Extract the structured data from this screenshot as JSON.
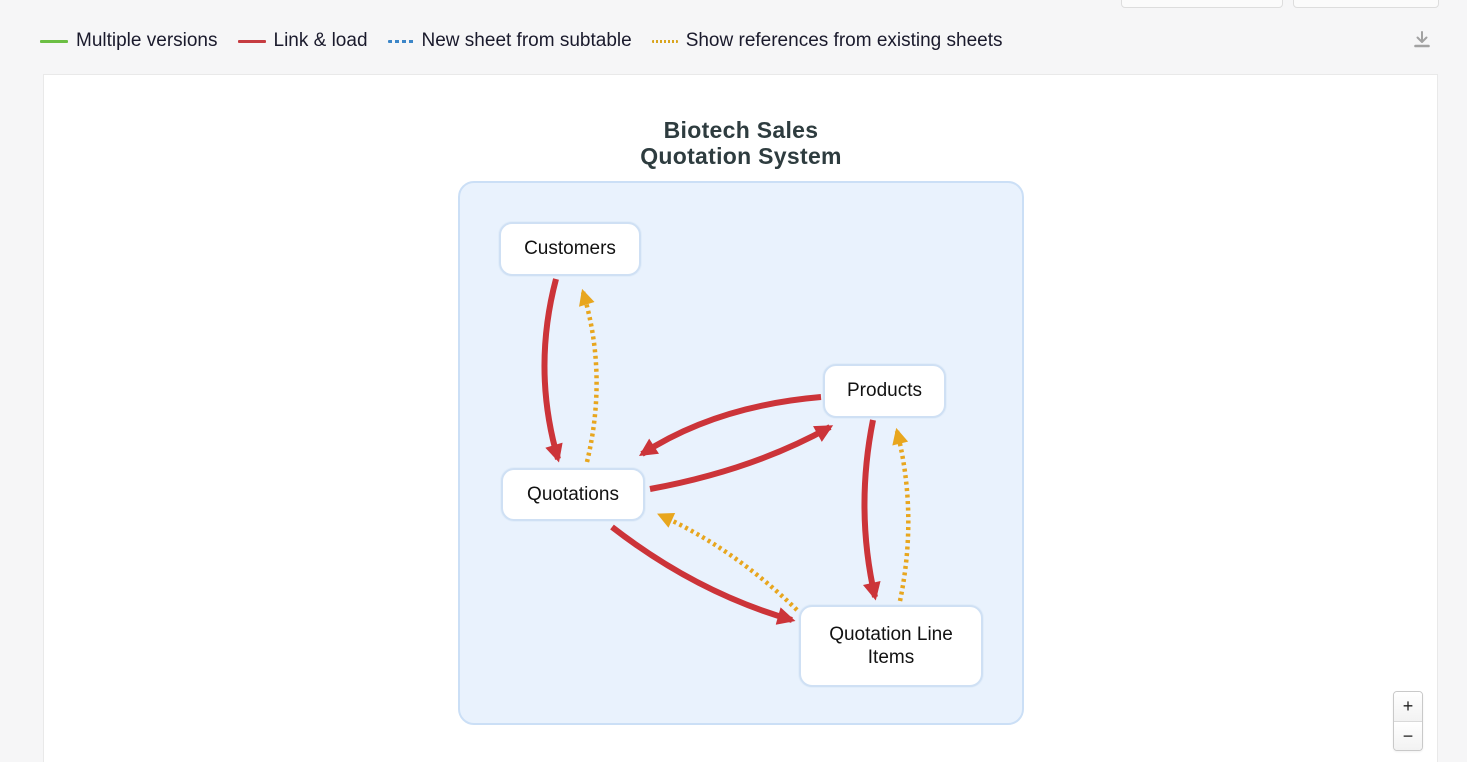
{
  "toolbar": {
    "legend": [
      {
        "label": "Multiple versions",
        "color": "#6cbf44",
        "line_style": "solid"
      },
      {
        "label": "Link & load",
        "color": "#c63c41",
        "line_style": "solid"
      },
      {
        "label": "New sheet from subtable",
        "color": "#3c86c8",
        "line_style": "dashed"
      },
      {
        "label": "Show references from existing sheets",
        "color": "#d9a51f",
        "line_style": "dotted"
      }
    ],
    "download_icon": "download-icon"
  },
  "diagram": {
    "title_lines": [
      "Biotech Sales",
      "Quotation System"
    ],
    "nodes": [
      {
        "id": "customers",
        "label": "Customers"
      },
      {
        "id": "products",
        "label": "Products"
      },
      {
        "id": "quotations",
        "label": "Quotations"
      },
      {
        "id": "qli",
        "label": "Quotation Line Items"
      }
    ],
    "edges": [
      {
        "from": "Customers",
        "to": "Quotations",
        "type": "link_load"
      },
      {
        "from": "Products",
        "to": "Quotations",
        "type": "link_load"
      },
      {
        "from": "Quotations",
        "to": "Products",
        "type": "link_load"
      },
      {
        "from": "Quotations",
        "to": "Quotation Line Items",
        "type": "link_load"
      },
      {
        "from": "Products",
        "to": "Quotation Line Items",
        "type": "link_load"
      },
      {
        "from": "Quotations",
        "to": "Customers",
        "type": "reference"
      },
      {
        "from": "Quotation Line Items",
        "to": "Quotations",
        "type": "reference"
      },
      {
        "from": "Quotation Line Items",
        "to": "Products",
        "type": "reference"
      }
    ],
    "edge_colors": {
      "link_load": "#cc3439",
      "reference": "#e8a61e"
    },
    "group_box_fill": "#e9f2fd",
    "group_box_border": "#cbdff6"
  },
  "zoom_controls": {
    "zoom_in": "+",
    "zoom_out": "−"
  }
}
